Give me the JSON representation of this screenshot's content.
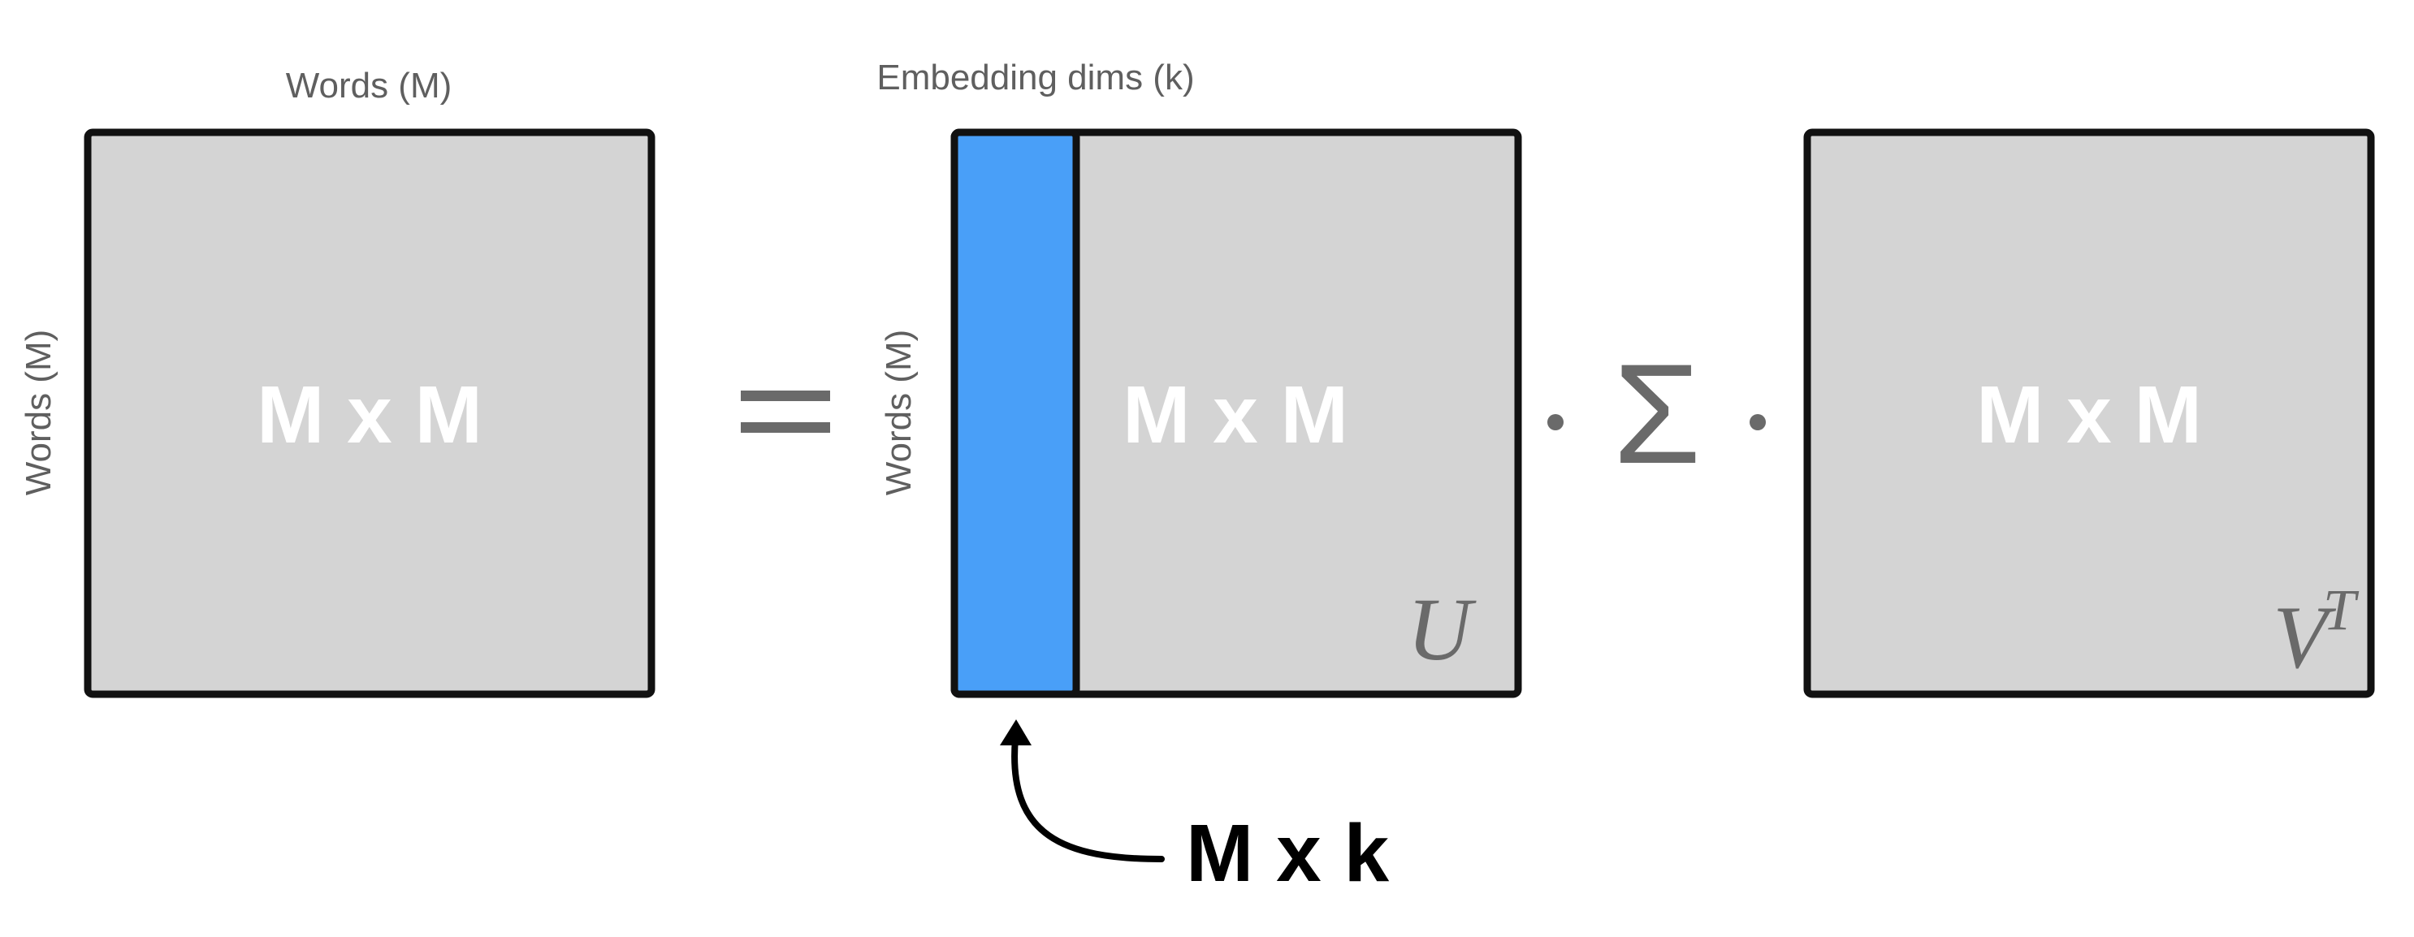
{
  "left_matrix": {
    "top_label": "Words (M)",
    "side_label": "Words (M)",
    "dims": "M x M"
  },
  "equals": "=",
  "u_matrix": {
    "top_label": "Embedding dims (k)",
    "side_label": "Words (M)",
    "dims": "M x M",
    "symbol": "U"
  },
  "dot_1": "·",
  "sigma": "Σ",
  "dot_2": "·",
  "vt_matrix": {
    "dims": "M x M",
    "symbol": "V",
    "superscript": "T"
  },
  "callout": {
    "label": "M x k"
  },
  "colors": {
    "matrix_fill": "#d4d4d4",
    "highlight_fill": "#499ff8",
    "border": "#111111",
    "label_gray": "#5f5f5f"
  }
}
